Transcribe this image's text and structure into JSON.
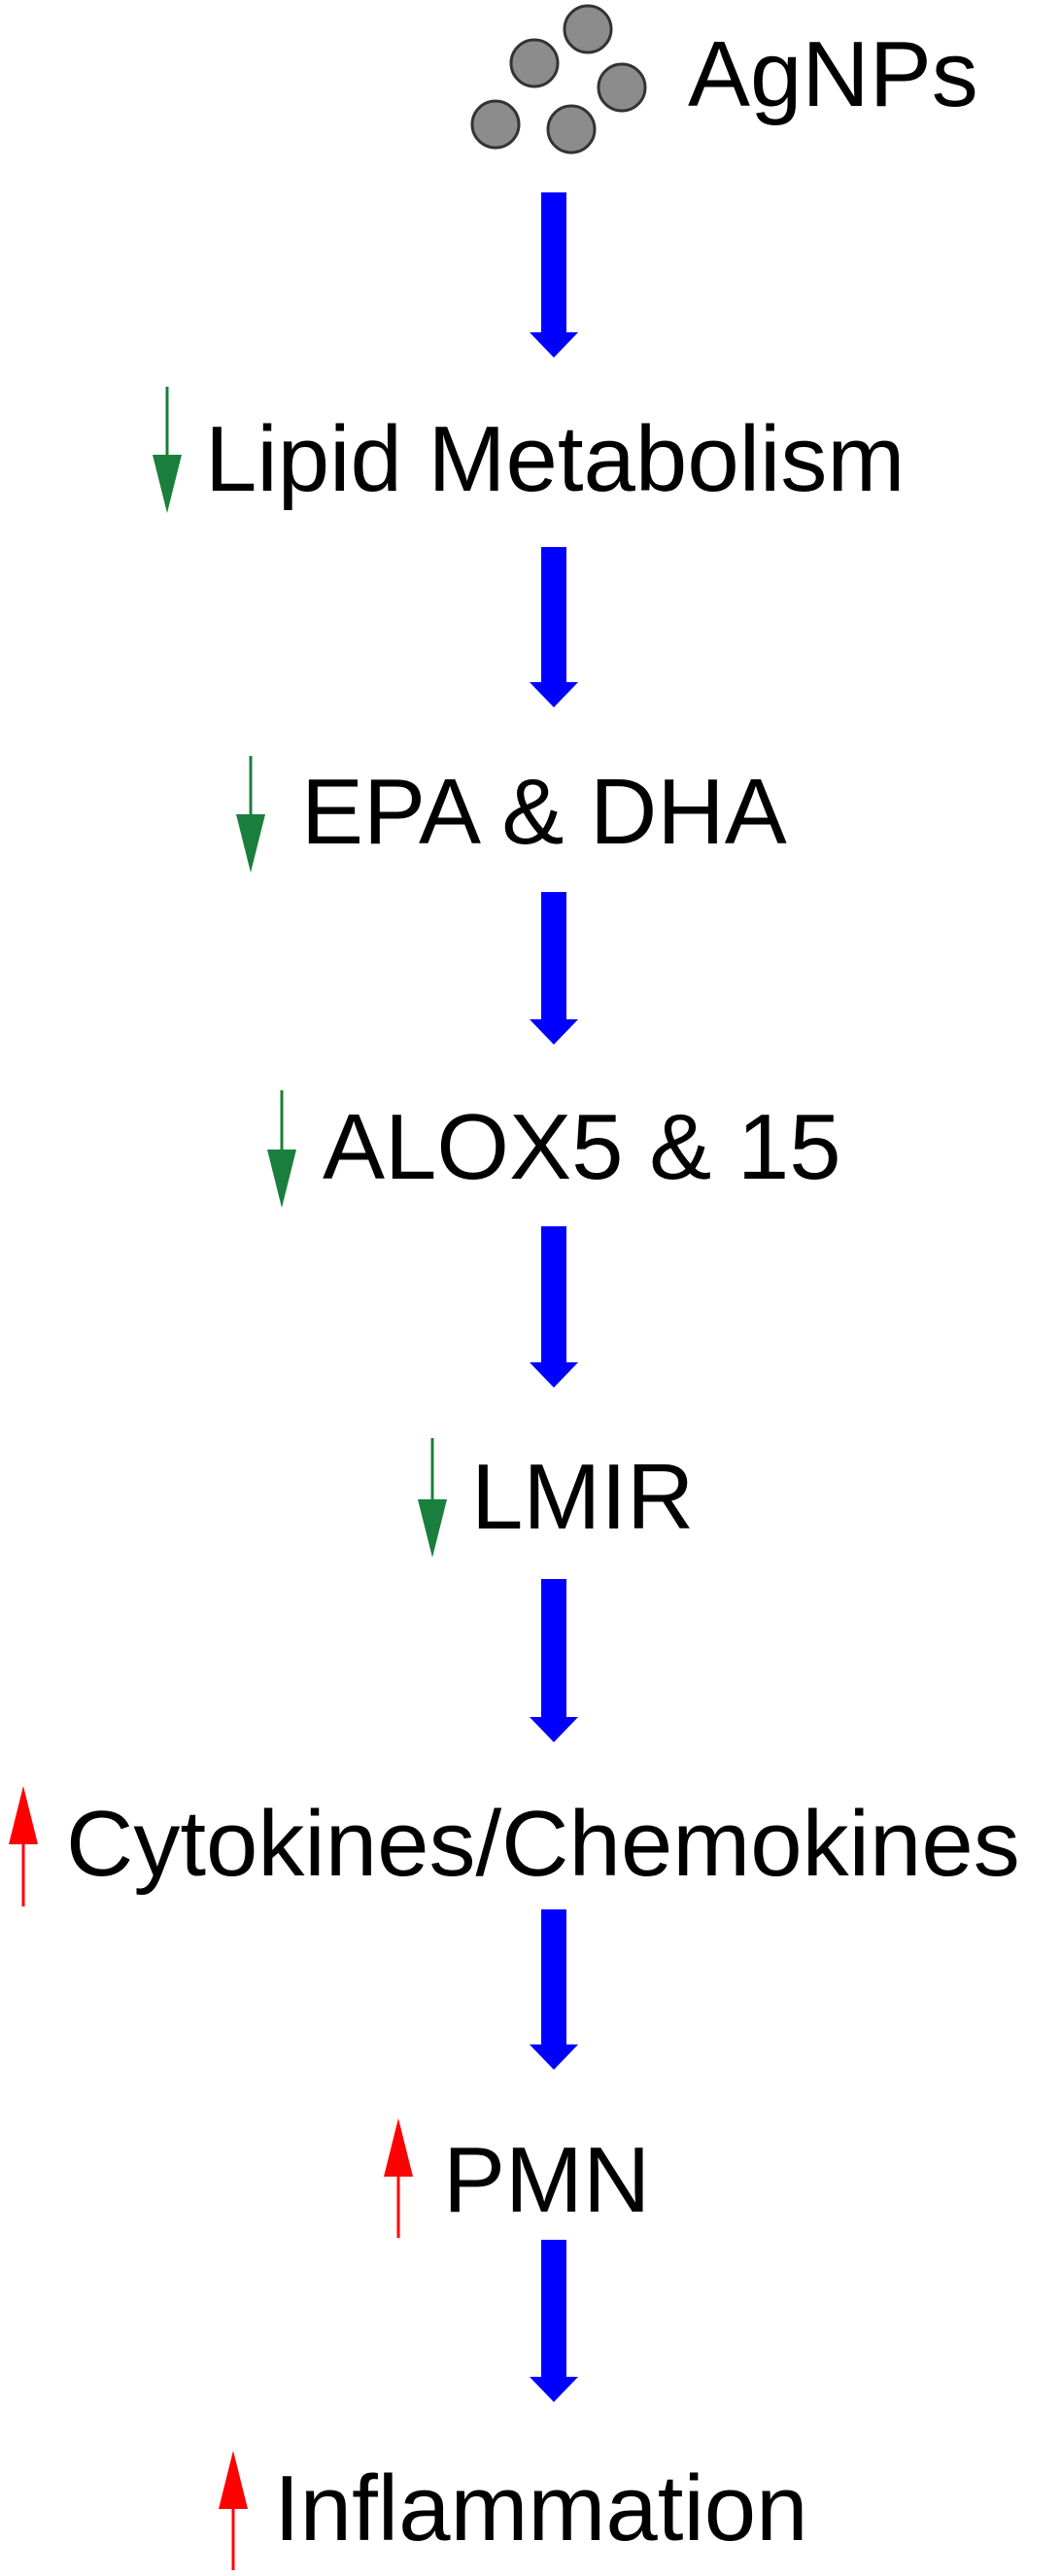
{
  "diagram": {
    "source": {
      "label": "AgNPs",
      "icon": "nanoparticles-icon"
    },
    "steps": [
      {
        "label": "Lipid Metabolism",
        "direction": "down",
        "indicator_color": "#1a7f3c"
      },
      {
        "label": "EPA & DHA",
        "direction": "down",
        "indicator_color": "#1a7f3c"
      },
      {
        "label": "ALOX5 & 15",
        "direction": "down",
        "indicator_color": "#1a7f3c"
      },
      {
        "label": "LMIR",
        "direction": "down",
        "indicator_color": "#1a7f3c"
      },
      {
        "label": "Cytokines/Chemokines",
        "direction": "up",
        "indicator_color": "#ff0000"
      },
      {
        "label": "PMN",
        "direction": "up",
        "indicator_color": "#ff0000"
      },
      {
        "label": "Inflammation",
        "direction": "up",
        "indicator_color": "#ff0000"
      }
    ],
    "colors": {
      "flow_arrow": "#0000ff",
      "particle_fill": "#8c8c8c",
      "particle_stroke": "#333333",
      "decrease": "#1a7f3c",
      "increase": "#ff0000"
    }
  }
}
